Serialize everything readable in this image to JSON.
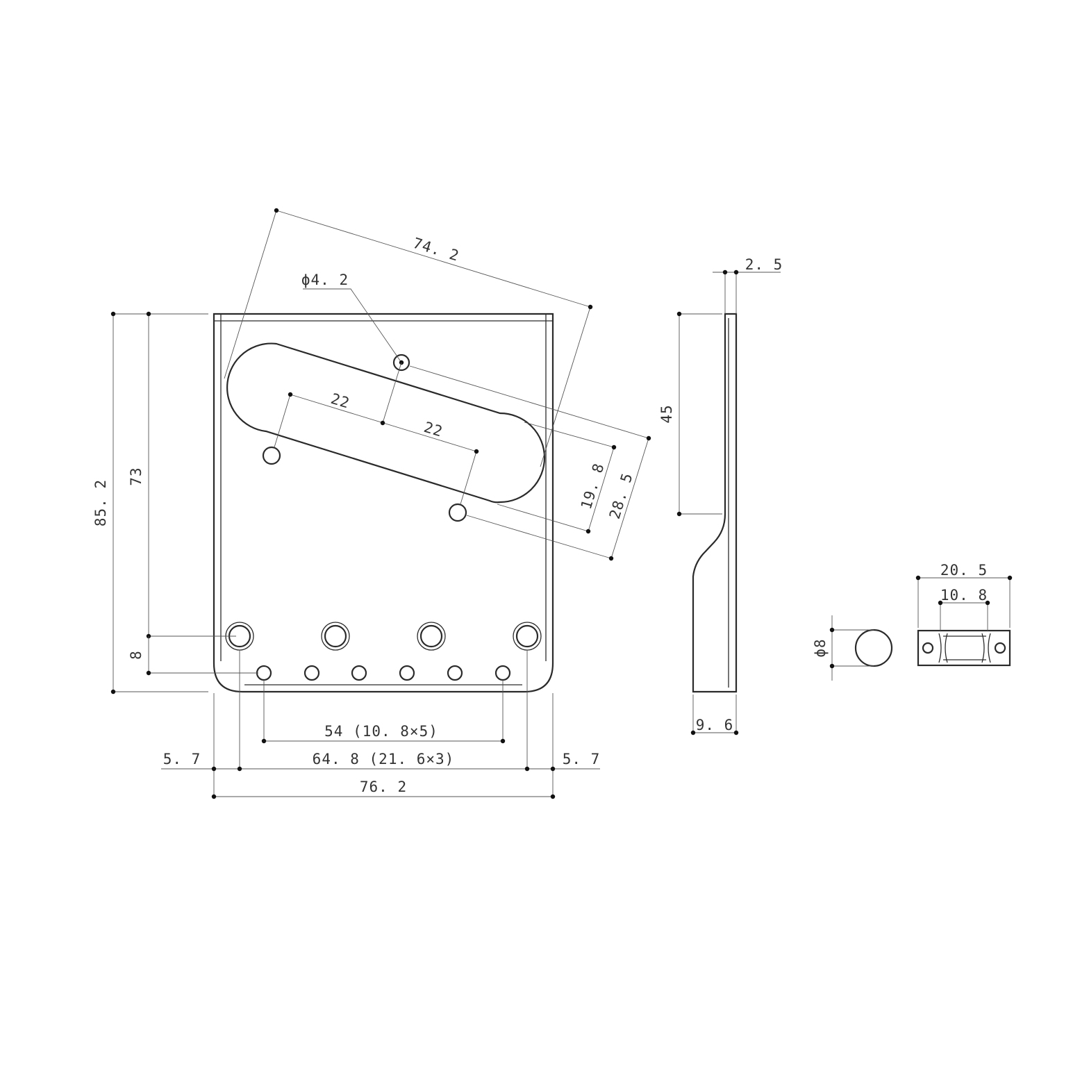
{
  "colors": {
    "line": "#2a2a2a",
    "dimension": "#555555",
    "text": "#333333",
    "background": "#ffffff"
  },
  "plate": {
    "overall_width": "76. 2",
    "overall_length": "85. 2",
    "saddle_screw_to_top": "73",
    "saddle_to_string_hole": "8",
    "string_holes_span": "54 (10. 8×5)",
    "saddle_screws_span": "64. 8 (21. 6×3)",
    "edge_left": "5. 7",
    "edge_right": "5. 7",
    "diagonal_length": "74. 2",
    "hole_diameter": "ϕ4. 2",
    "mount_spacing_a": "22",
    "mount_spacing_b": "22",
    "offset_a": "19. 8",
    "offset_b": "28. 5"
  },
  "side_view": {
    "thickness": "2. 5",
    "wall_height": "45",
    "base_depth": "9. 6"
  },
  "saddle": {
    "diameter": "ϕ8",
    "length": "20. 5",
    "screw_spacing": "10. 8"
  }
}
